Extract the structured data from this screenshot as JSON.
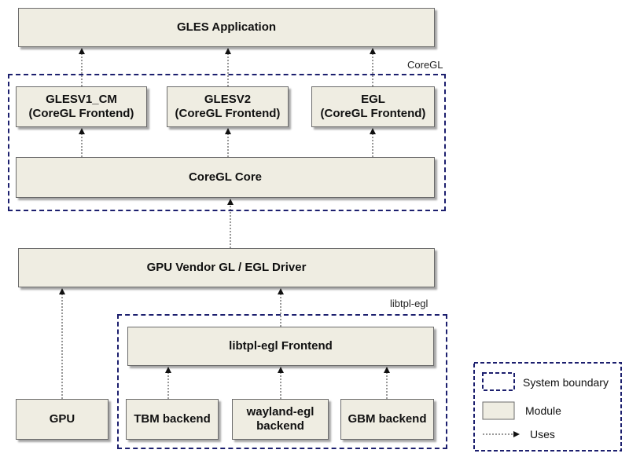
{
  "boundaries": {
    "coregl": "CoreGL",
    "libtpl": "libtpl-egl"
  },
  "modules": {
    "gles_app": "GLES Application",
    "glesv1": "GLESV1_CM\n(CoreGL Frontend)",
    "glesv2": "GLESV2\n(CoreGL Frontend)",
    "egl": "EGL\n(CoreGL Frontend)",
    "coregl_core": "CoreGL Core",
    "gpu_driver": "GPU Vendor GL / EGL Driver",
    "libtpl_frontend": "libtpl-egl Frontend",
    "gpu": "GPU",
    "tbm": "TBM backend",
    "wayland": "wayland-egl\nbackend",
    "gbm": "GBM backend"
  },
  "legend": {
    "system_boundary": "System boundary",
    "module": "Module",
    "uses": "Uses"
  },
  "colors": {
    "module_fill": "#efede2",
    "boundary_stroke": "#1c1f6e"
  }
}
